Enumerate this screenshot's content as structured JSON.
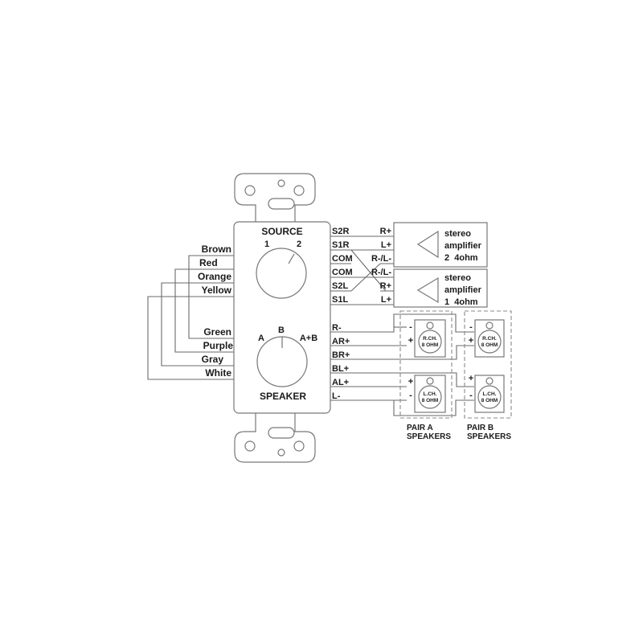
{
  "colors": {
    "line": "#6a6a6a",
    "text": "#1a1a1a",
    "background": "#ffffff"
  },
  "plate": {
    "source_label": "SOURCE",
    "source_positions": [
      "1",
      "2"
    ],
    "speaker_label": "SPEAKER",
    "speaker_positions": [
      "A",
      "B",
      "A+B"
    ]
  },
  "left_wires": {
    "top": [
      "Brown",
      "Red",
      "Orange",
      "Yellow"
    ],
    "bottom": [
      "Green",
      "Purple",
      "Gray",
      "White"
    ]
  },
  "source_terminals": [
    "S2R",
    "S1R",
    "COM",
    "COM",
    "S2L",
    "S1L"
  ],
  "speaker_terminals": [
    "R-",
    "AR+",
    "BR+",
    "BL+",
    "AL+",
    "L-"
  ],
  "amplifiers": [
    {
      "inputs": [
        "R+",
        "L+",
        "R-/L-"
      ],
      "line1": "stereo",
      "line2": "amplifier",
      "line3": "2  4ohm",
      "icon": "triangle-amplifier-icon"
    },
    {
      "inputs": [
        "R-/L-",
        "R+",
        "L+"
      ],
      "line1": "stereo",
      "line2": "amplifier",
      "line3": "1  4ohm",
      "icon": "triangle-amplifier-icon"
    }
  ],
  "speakers": {
    "pair_a": {
      "label1": "PAIR A",
      "label2": "SPEAKERS",
      "right": {
        "ch": "R.CH.",
        "ohm": "8 OHM",
        "minus": "-",
        "plus": "+"
      },
      "left": {
        "ch": "L.CH.",
        "ohm": "8 OHM",
        "minus": "-",
        "plus": "+"
      }
    },
    "pair_b": {
      "label1": "PAIR B",
      "label2": "SPEAKERS",
      "right": {
        "ch": "R.CH.",
        "ohm": "8 OHM",
        "minus": "-",
        "plus": "+"
      },
      "left": {
        "ch": "L.CH.",
        "ohm": "8 OHM",
        "minus": "-",
        "plus": "+"
      }
    }
  }
}
